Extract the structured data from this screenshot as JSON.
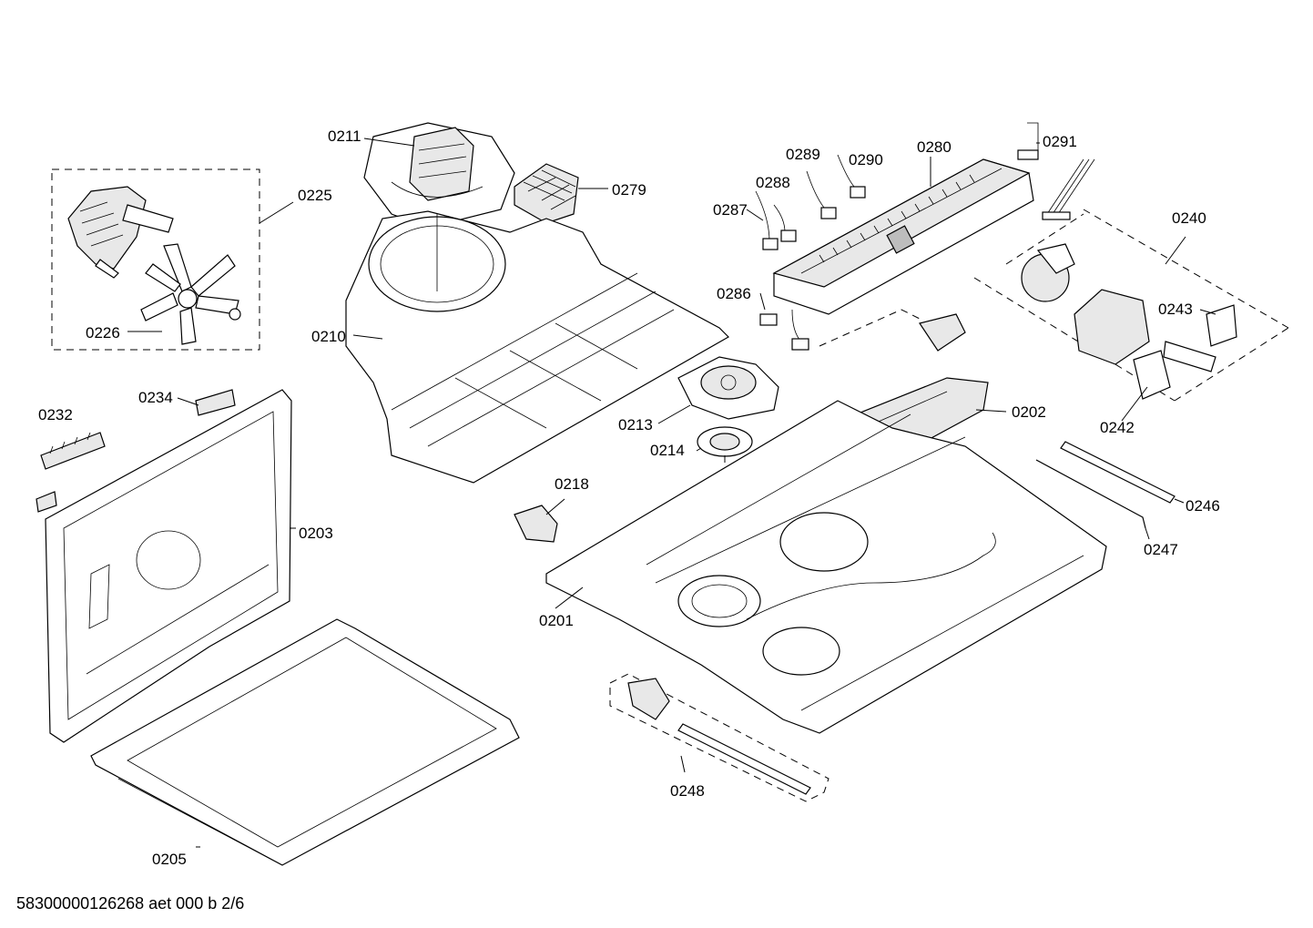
{
  "parts": [
    {
      "id": "0211",
      "label": "0211"
    },
    {
      "id": "0225",
      "label": "0225"
    },
    {
      "id": "0226",
      "label": "0226"
    },
    {
      "id": "0279",
      "label": "0279"
    },
    {
      "id": "0289",
      "label": "0289"
    },
    {
      "id": "0290",
      "label": "0290"
    },
    {
      "id": "0280",
      "label": "0280"
    },
    {
      "id": "0291",
      "label": "0291"
    },
    {
      "id": "0288",
      "label": "0288"
    },
    {
      "id": "0287",
      "label": "0287"
    },
    {
      "id": "0240",
      "label": "0240"
    },
    {
      "id": "0286",
      "label": "0286"
    },
    {
      "id": "0243",
      "label": "0243"
    },
    {
      "id": "0210",
      "label": "0210"
    },
    {
      "id": "0234",
      "label": "0234"
    },
    {
      "id": "0232",
      "label": "0232"
    },
    {
      "id": "0213",
      "label": "0213"
    },
    {
      "id": "0202",
      "label": "0202"
    },
    {
      "id": "0242",
      "label": "0242"
    },
    {
      "id": "0214",
      "label": "0214"
    },
    {
      "id": "0218",
      "label": "0218"
    },
    {
      "id": "0246",
      "label": "0246"
    },
    {
      "id": "0203",
      "label": "0203"
    },
    {
      "id": "0247",
      "label": "0247"
    },
    {
      "id": "0201",
      "label": "0201"
    },
    {
      "id": "0248",
      "label": "0248"
    },
    {
      "id": "0205",
      "label": "0205"
    }
  ],
  "footer": {
    "drawing_code": "58300000126268 aet 000 b 2/6"
  }
}
